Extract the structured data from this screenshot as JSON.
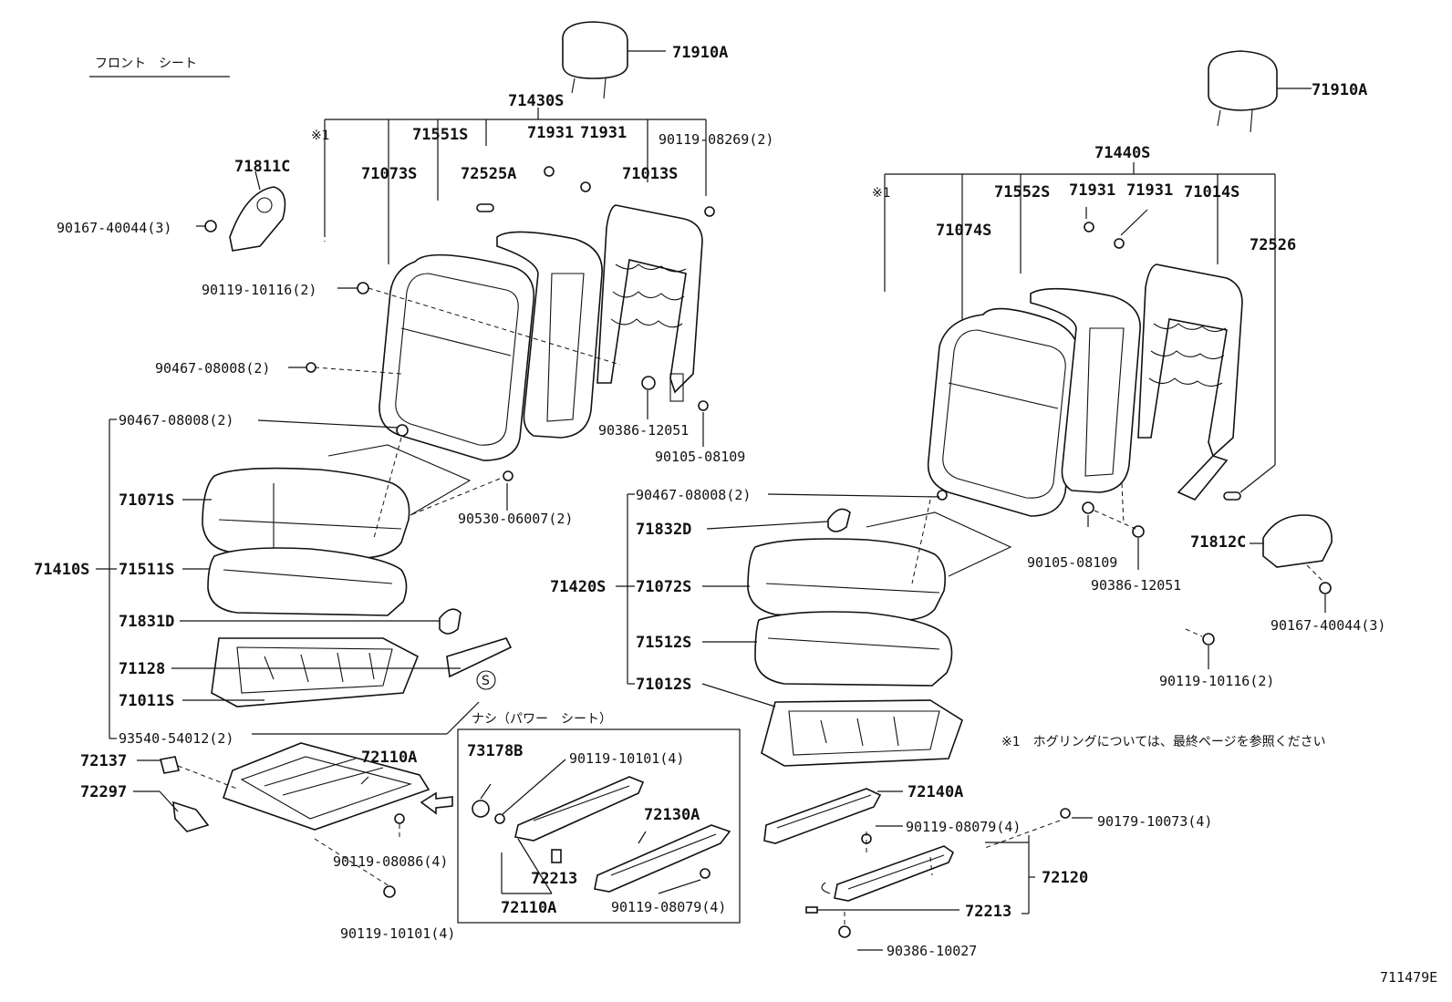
{
  "title": "フロント　シート",
  "footnote": "※1　ホグリングについては、最終ページを参照ください",
  "figure_id": "711479E",
  "power_seat_note": "ナシ（パワー　シート）",
  "marker_s": "S",
  "note_ref": "※1",
  "left": {
    "headrest": "71910A",
    "back_assy": "71430S",
    "cover": "71551S",
    "clip_a": "71931",
    "clip_b": "71931",
    "bolt_08269": "90119-08269(2)",
    "bracket": "71811C",
    "back_pad": "71073S",
    "guide": "72525A",
    "back_frame": "71013S",
    "screw_40044": "90167-40044(3)",
    "bolt_10116": "90119-10116(2)",
    "clip_08008a": "90467-08008(2)",
    "nut_12051": "90386-12051",
    "bolt_08109": "90105-08109",
    "clip_08008b": "90467-08008(2)",
    "cushion_cover": "71071S",
    "nut_06007": "90530-06007(2)",
    "seat_assy": "71410S",
    "cushion_pad": "71511S",
    "shield": "71831D",
    "bar": "71128",
    "cushion_frame": "71011S",
    "screw_54012": "93540-54012(2)",
    "cover_72137": "72137",
    "cover_72297": "72297",
    "adjuster": "72110A",
    "bolt_08086": "90119-08086(4)",
    "bolt_10101": "90119-10101(4)"
  },
  "inset": {
    "cap": "73178B",
    "bolt_10101": "90119-10101(4)",
    "adjuster_72130": "72130A",
    "spacer": "72213",
    "adjuster_72110": "72110A",
    "bolt_08079": "90119-08079(4)"
  },
  "right": {
    "headrest": "71910A",
    "back_assy": "71440S",
    "note": "※1",
    "cover": "71552S",
    "clip_a": "71931",
    "clip_b": "71931",
    "back_frame": "71014S",
    "back_pad": "71074S",
    "guide": "72526",
    "clip_08008": "90467-08008(2)",
    "shield": "71832D",
    "seat_assy": "71420S",
    "cushion_cover": "71072S",
    "cushion_pad": "71512S",
    "cushion_frame": "71012S",
    "bolt_08109": "90105-08109",
    "nut_12051": "90386-12051",
    "bracket": "71812C",
    "screw_40044": "90167-40044(3)",
    "bolt_10116": "90119-10116(2)",
    "adjuster_72140": "72140A",
    "bolt_08079": "90119-08079(4)",
    "nut_10073": "90179-10073(4)",
    "adjuster_72120": "72120",
    "spacer": "72213",
    "nut_10027": "90386-10027"
  }
}
